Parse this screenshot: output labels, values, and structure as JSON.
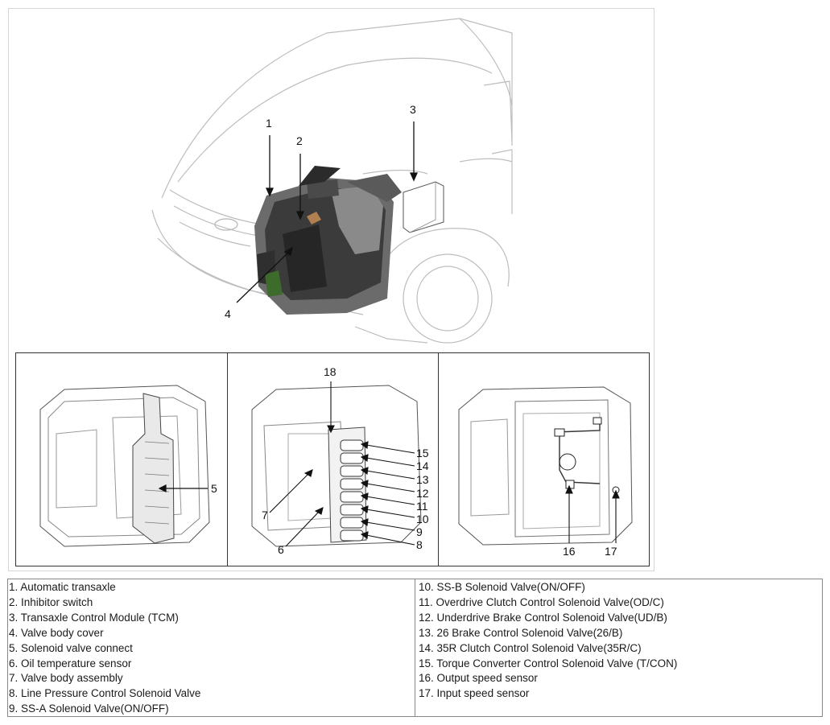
{
  "callouts": {
    "c1": "1",
    "c2": "2",
    "c3": "3",
    "c4": "4",
    "c5": "5",
    "c6": "6",
    "c7": "7",
    "c8": "8",
    "c9": "9",
    "c10": "10",
    "c11": "11",
    "c12": "12",
    "c13": "13",
    "c14": "14",
    "c15": "15",
    "c16": "16",
    "c17": "17",
    "c18": "18"
  },
  "legend": {
    "left": [
      "1. Automatic transaxle",
      "2. Inhibitor switch",
      "3. Transaxle Control Module (TCM)",
      "4. Valve body cover",
      "5. Solenoid valve connect",
      "6. Oil temperature sensor",
      "7. Valve body assembly",
      "8. Line Pressure Control Solenoid Valve",
      "9. SS-A Solenoid Valve(ON/OFF)"
    ],
    "right": [
      "10. SS-B Solenoid Valve(ON/OFF)",
      "11. Overdrive Clutch Control Solenoid Valve(OD/C)",
      "12. Underdrive Brake Control Solenoid Valve(UD/B)",
      "13. 26 Brake Control Solenoid Valve(26/B)",
      "14. 35R Clutch Control Solenoid Valve(35R/C)",
      "15. Torque Converter Control Solenoid Valve (T/CON)",
      "16. Output speed sensor",
      "17. Input speed sensor"
    ]
  }
}
